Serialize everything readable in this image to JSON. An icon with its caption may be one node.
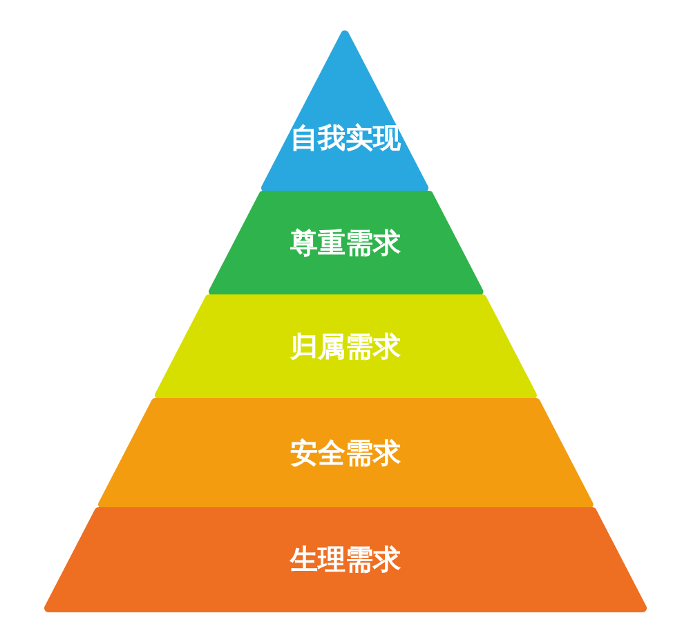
{
  "diagram": {
    "nodes": [
      {
        "text": [
          "自我实现"
        ]
      },
      {
        "text": [
          "尊重需求"
        ]
      },
      {
        "text": [
          "归属需求"
        ]
      },
      {
        "text": [
          "安全需求"
        ]
      },
      {
        "text": [
          "生理需求"
        ]
      }
    ]
  }
}
